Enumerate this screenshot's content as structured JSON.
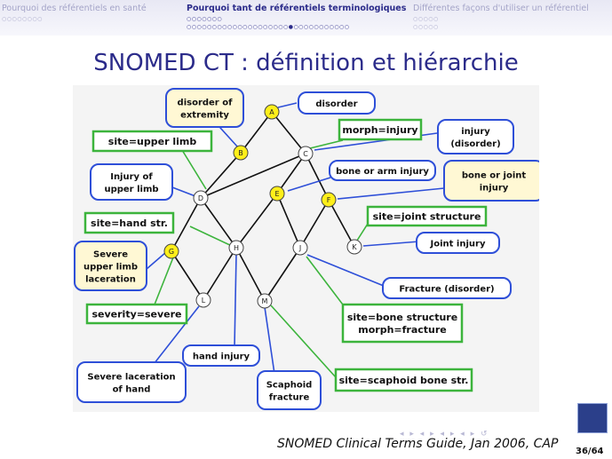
{
  "header": {
    "sections": [
      {
        "label": "Pourquoi des référentiels en santé",
        "dots": [
          "○○○○○○○○"
        ],
        "active": false
      },
      {
        "label": "Pourquoi tant de référentiels terminologiques",
        "dots": [
          "○○○○○○○",
          "○○○○○○○○○○○○○○○○○○○○●○○○○○○○○○○○"
        ],
        "active": true
      },
      {
        "label": "Différentes façons d'utiliser un référentiel",
        "dots": [
          "○○○○○",
          "○○○○○"
        ],
        "active": false
      }
    ]
  },
  "slide": {
    "title": "SNOMED CT : définition et hiérarchie",
    "citation": "SNOMED Clinical Terms Guide, Jan 2006, CAP",
    "page": "36/64",
    "nav_symbols": "◂ ▸ ◂ ▸ ◂ ▸ ◂ ▸ ↺"
  },
  "diagram": {
    "nodes": [
      {
        "id": "A",
        "label": "A",
        "highlight": true
      },
      {
        "id": "B",
        "label": "B",
        "highlight": true
      },
      {
        "id": "C",
        "label": "C",
        "highlight": false
      },
      {
        "id": "D",
        "label": "D",
        "highlight": false
      },
      {
        "id": "E",
        "label": "E",
        "highlight": true
      },
      {
        "id": "F",
        "label": "F",
        "highlight": true
      },
      {
        "id": "G",
        "label": "G",
        "highlight": true
      },
      {
        "id": "H",
        "label": "H",
        "highlight": false
      },
      {
        "id": "J",
        "label": "J",
        "highlight": false
      },
      {
        "id": "K",
        "label": "K",
        "highlight": false
      },
      {
        "id": "L",
        "label": "L",
        "highlight": false
      },
      {
        "id": "M",
        "label": "M",
        "highlight": false
      }
    ],
    "edges": [
      [
        "A",
        "B"
      ],
      [
        "A",
        "C"
      ],
      [
        "B",
        "D"
      ],
      [
        "C",
        "D"
      ],
      [
        "C",
        "E"
      ],
      [
        "C",
        "F"
      ],
      [
        "D",
        "G"
      ],
      [
        "D",
        "H"
      ],
      [
        "E",
        "H"
      ],
      [
        "E",
        "J"
      ],
      [
        "F",
        "J"
      ],
      [
        "F",
        "K"
      ],
      [
        "G",
        "L"
      ],
      [
        "H",
        "L"
      ],
      [
        "H",
        "M"
      ],
      [
        "J",
        "M"
      ]
    ],
    "labels": [
      {
        "id": "disorder_extremity",
        "lines": [
          "disorder of",
          "extremity"
        ],
        "style": "blue-filled"
      },
      {
        "id": "disorder",
        "lines": [
          "disorder"
        ],
        "style": "blue"
      },
      {
        "id": "site_upper_limb",
        "lines": [
          "site=upper limb"
        ],
        "style": "green"
      },
      {
        "id": "morph_injury",
        "lines": [
          "morph=injury"
        ],
        "style": "green"
      },
      {
        "id": "injury_disorder",
        "lines": [
          "injury",
          "(disorder)"
        ],
        "style": "blue"
      },
      {
        "id": "injury_upper_limb",
        "lines": [
          "Injury of",
          "upper limb"
        ],
        "style": "blue"
      },
      {
        "id": "bone_arm_injury",
        "lines": [
          "bone or arm injury"
        ],
        "style": "blue"
      },
      {
        "id": "bone_joint_injury",
        "lines": [
          "bone or joint",
          "injury"
        ],
        "style": "blue-filled"
      },
      {
        "id": "site_hand",
        "lines": [
          "site=hand str."
        ],
        "style": "green"
      },
      {
        "id": "site_joint",
        "lines": [
          "site=joint structure"
        ],
        "style": "green"
      },
      {
        "id": "joint_injury",
        "lines": [
          "Joint injury"
        ],
        "style": "blue"
      },
      {
        "id": "severe_laceration",
        "lines": [
          "Severe",
          "upper limb",
          "laceration"
        ],
        "style": "blue-filled"
      },
      {
        "id": "fracture",
        "lines": [
          "Fracture (disorder)"
        ],
        "style": "blue"
      },
      {
        "id": "severity",
        "lines": [
          "severity=severe"
        ],
        "style": "green"
      },
      {
        "id": "site_bone",
        "lines": [
          "site=bone structure",
          "morph=fracture"
        ],
        "style": "green"
      },
      {
        "id": "hand_injury",
        "lines": [
          "hand injury"
        ],
        "style": "blue"
      },
      {
        "id": "severe_hand",
        "lines": [
          "Severe laceration",
          "of  hand"
        ],
        "style": "blue"
      },
      {
        "id": "scaphoid_fracture",
        "lines": [
          "Scaphoid",
          "fracture"
        ],
        "style": "blue"
      },
      {
        "id": "site_scaphoid",
        "lines": [
          "site=scaphoid bone str."
        ],
        "style": "green"
      }
    ]
  },
  "colors": {
    "title": "#2b2b8a",
    "blue_border": "#2e4fd8",
    "green_border": "#3cb43c",
    "highlight_node": "#ffef1a",
    "label_fill": "#fff8d4",
    "diagram_bg": "#f4f4f4"
  }
}
